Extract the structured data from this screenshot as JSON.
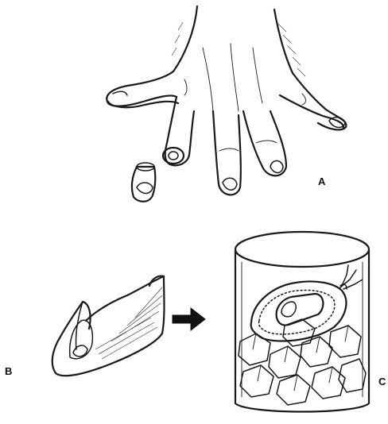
{
  "figure": {
    "labels": {
      "a": "A",
      "b": "B",
      "c": "C"
    },
    "icons": {
      "hand": "hand-with-amputated-fingertip",
      "amputated_part": "fingertip-amputated-part",
      "gauze": "moist-gauze-wrap",
      "arrow": "right-arrow-icon",
      "container": "ice-container",
      "bag": "sealed-plastic-bag"
    }
  }
}
